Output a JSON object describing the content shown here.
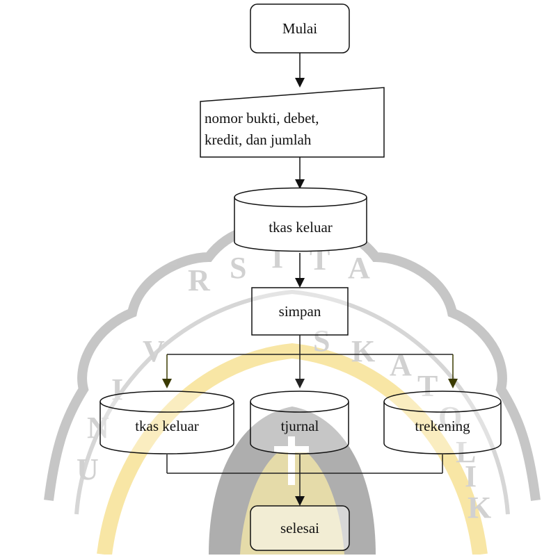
{
  "watermark": {
    "letters_top": [
      "R",
      "S",
      "I",
      "T",
      "A",
      "S",
      "K",
      "A"
    ],
    "letters_left": [
      "U",
      "N",
      "I",
      "V"
    ],
    "letters_right": [
      "T",
      "O",
      "L",
      "I",
      "K"
    ],
    "colors": {
      "gold": "#f2cf5a",
      "gray": "#bdbdbd",
      "dark": "#8a8a8a"
    }
  },
  "nodes": {
    "start": "Mulai",
    "input_line1": "nomor bukti, debet,",
    "input_line2": "kredit, dan jumlah",
    "db_main": "tkas keluar",
    "process": "simpan",
    "db_left": "tkas keluar",
    "db_middle": "tjurnal",
    "db_right": "trekening",
    "end": "selesai"
  },
  "colors": {
    "line_main": "#111111",
    "line_branch": "#3a3a00",
    "arrow_branch": "#3a3a00"
  }
}
